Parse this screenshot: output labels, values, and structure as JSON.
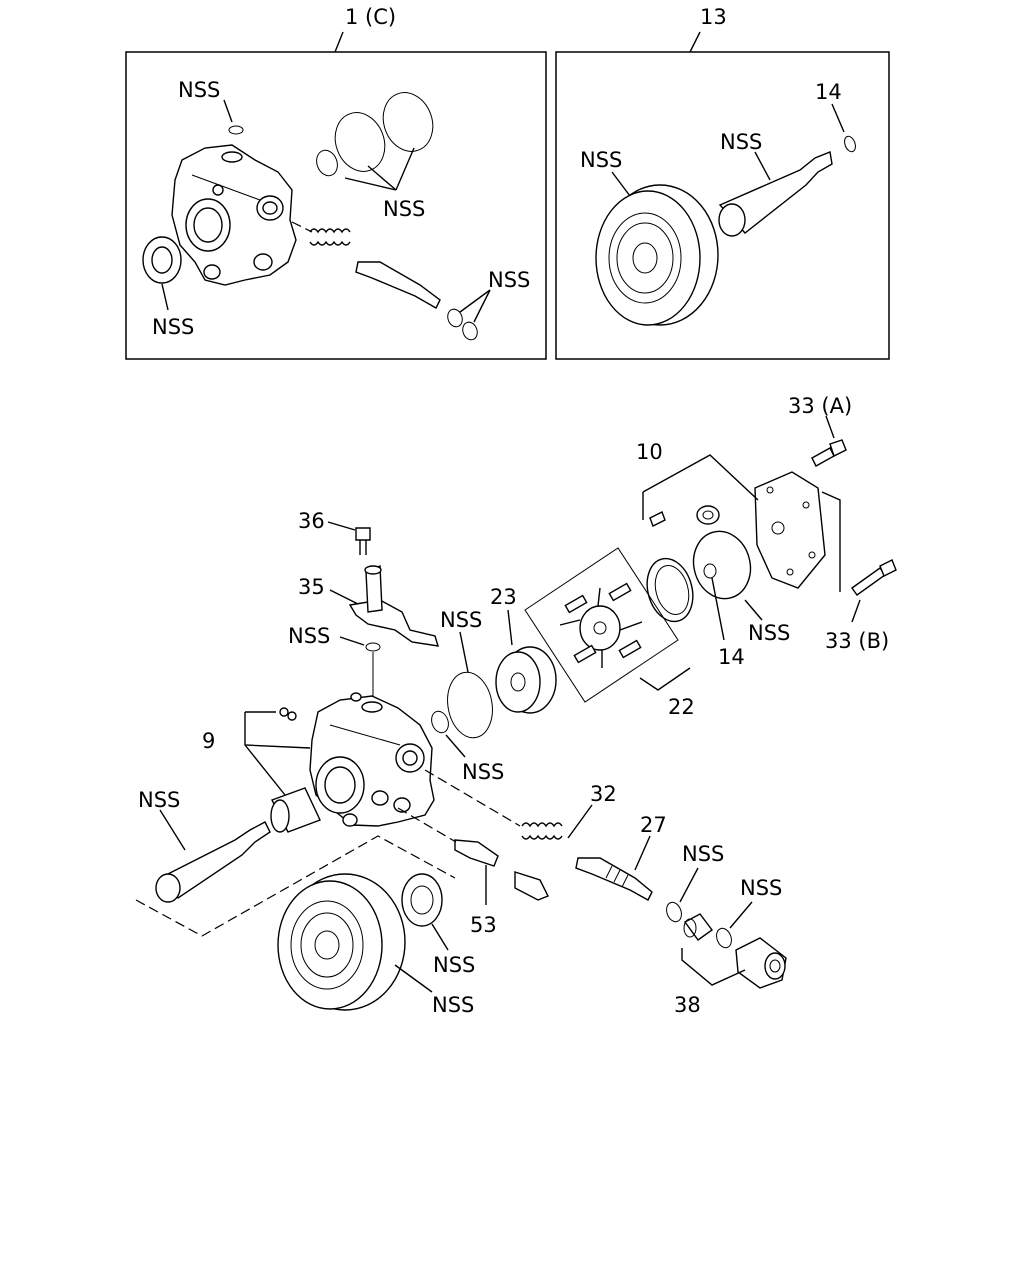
{
  "labels": {
    "kit_1c": "1 (C)",
    "kit_13": "13",
    "nss": "NSS",
    "p14": "14",
    "p33a": "33 (A)",
    "p33b": "33 (B)",
    "p10": "10",
    "p36": "36",
    "p35": "35",
    "p23": "23",
    "p22": "22",
    "p9": "9",
    "p32": "32",
    "p27": "27",
    "p53": "53",
    "p38": "38"
  }
}
